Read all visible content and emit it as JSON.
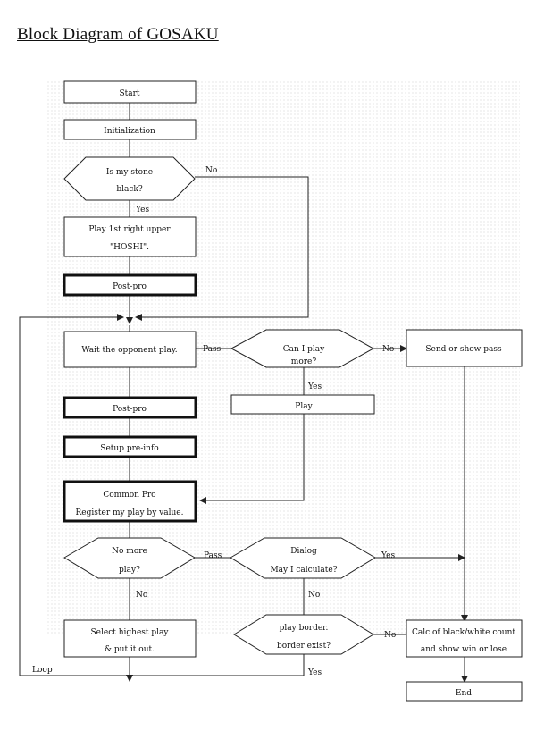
{
  "title": "Block Diagram of GOSAKU",
  "nodes": {
    "start": "Start",
    "init": "Initialization",
    "stone1": "Is my stone",
    "stone2": "black?",
    "play1st1": "Play 1st right upper",
    "play1st2": "\"HOSHI\".",
    "postpro1": "Post-pro",
    "wait": "Wait the opponent play.",
    "canplay1": "Can I play",
    "canplay2": "more?",
    "sendpass": "Send or show pass",
    "postpro2": "Post-pro",
    "play": "Play",
    "setup": "Setup pre-info",
    "common1": "Common Pro",
    "common2": "Register my play by value.",
    "nomore1": "No more",
    "nomore2": "play?",
    "dialog1": "Dialog",
    "dialog2": "May I calculate?",
    "select1": "Select highest play",
    "select2": "& put it out.",
    "border1": "play border.",
    "border2": "border exist?",
    "calc1": "Calc of black/white count",
    "calc2": "and show win or lose",
    "end": "End"
  },
  "edges": {
    "no1": "No",
    "yes1": "Yes",
    "pass1": "Pass",
    "no2": "No",
    "yes2": "Yes",
    "pass2": "Pass",
    "yes3": "Yes",
    "no3": "No",
    "no4": "No",
    "loop": "Loop",
    "yes4": "Yes"
  }
}
